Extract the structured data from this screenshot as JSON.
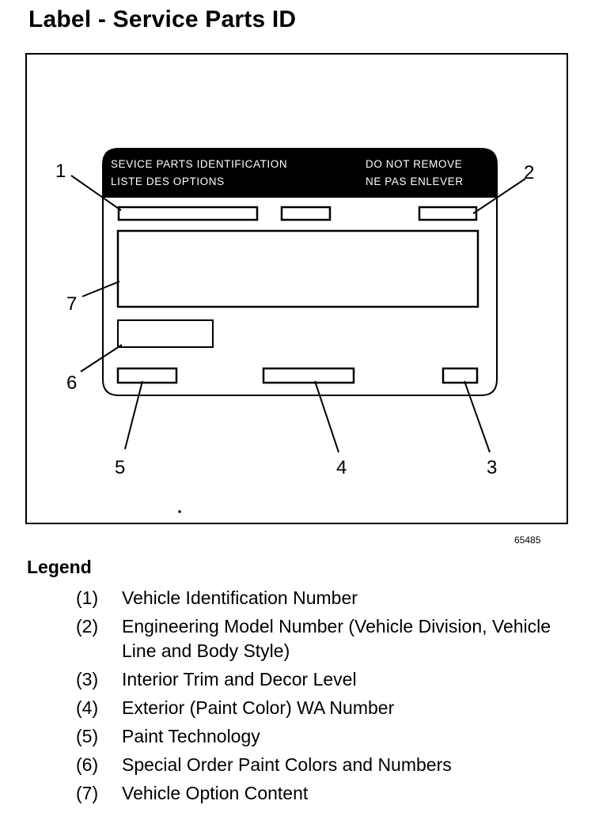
{
  "title": "Label - Service Parts ID",
  "figure": {
    "header": {
      "line1_left": "SEVICE PARTS IDENTIFICATION",
      "line2_left": "LISTE DES OPTIONS",
      "line1_right": "DO NOT REMOVE",
      "line2_right": "NE PAS ENLEVER"
    },
    "callouts": [
      "1",
      "2",
      "3",
      "4",
      "5",
      "6",
      "7"
    ],
    "figure_id": "65485"
  },
  "legend": {
    "heading": "Legend",
    "items": [
      {
        "num": "(1)",
        "text": "Vehicle Identification Number"
      },
      {
        "num": "(2)",
        "text": "Engineering Model Number (Vehicle Division, Vehicle Line and Body Style)"
      },
      {
        "num": "(3)",
        "text": "Interior Trim and Decor Level"
      },
      {
        "num": "(4)",
        "text": "Exterior (Paint Color) WA Number"
      },
      {
        "num": "(5)",
        "text": "Paint Technology"
      },
      {
        "num": "(6)",
        "text": "Special Order Paint Colors and Numbers"
      },
      {
        "num": "(7)",
        "text": "Vehicle Option Content"
      }
    ]
  }
}
